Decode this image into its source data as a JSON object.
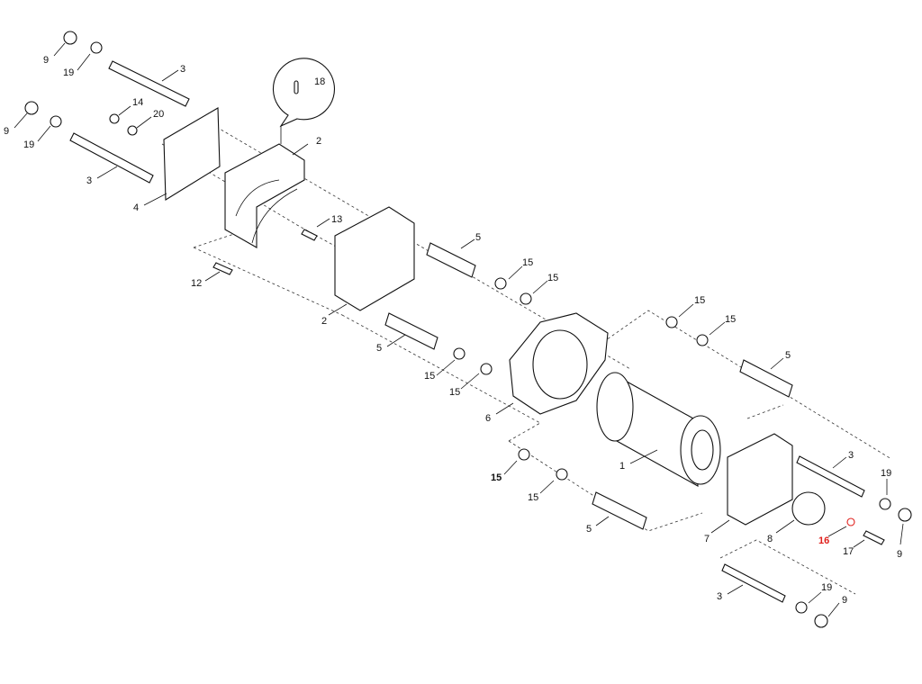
{
  "diagram": {
    "type": "exploded-parts-view",
    "highlight_color": "#e0201c",
    "callouts": [
      "9",
      "19",
      "3",
      "9",
      "19",
      "14",
      "20",
      "3",
      "18",
      "2",
      "4",
      "13",
      "12",
      "2",
      "5",
      "15",
      "15",
      "5",
      "15",
      "15",
      "6",
      "15",
      "15",
      "5",
      "1",
      "15",
      "15",
      "5",
      "3",
      "19",
      "9",
      "7",
      "8",
      "16",
      "17",
      "3",
      "19",
      "9"
    ],
    "highlighted": "16"
  }
}
